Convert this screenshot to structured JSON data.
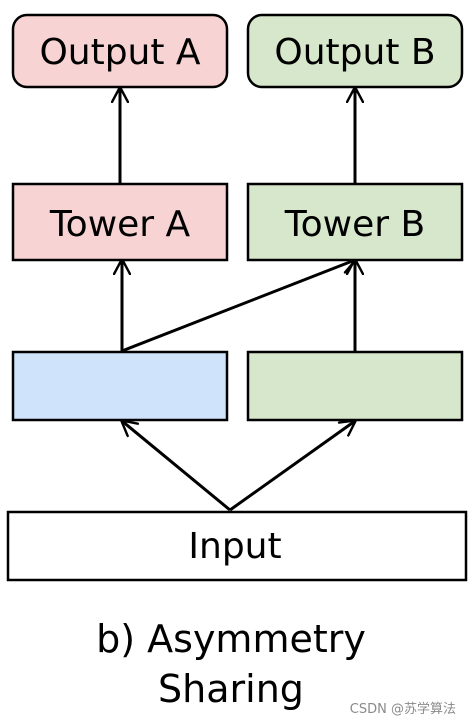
{
  "nodes": {
    "output_a": {
      "label": "Output A"
    },
    "output_b": {
      "label": "Output B"
    },
    "tower_a": {
      "label": "Tower A"
    },
    "tower_b": {
      "label": "Tower B"
    },
    "shared_a": {
      "label": ""
    },
    "shared_b": {
      "label": ""
    },
    "input": {
      "label": "Input"
    }
  },
  "caption": {
    "line1": "b) Asymmetry",
    "line2": "Sharing"
  },
  "watermark": "CSDN @苏学算法",
  "colors": {
    "output_a_fill": "#f8d3d3",
    "output_b_fill": "#d7e7cc",
    "tower_a_fill": "#f8d3d3",
    "tower_b_fill": "#d7e7cc",
    "shared_a_fill": "#cfe3fb",
    "shared_b_fill": "#d7e7cc",
    "input_fill": "#ffffff",
    "stroke": "#000000"
  }
}
